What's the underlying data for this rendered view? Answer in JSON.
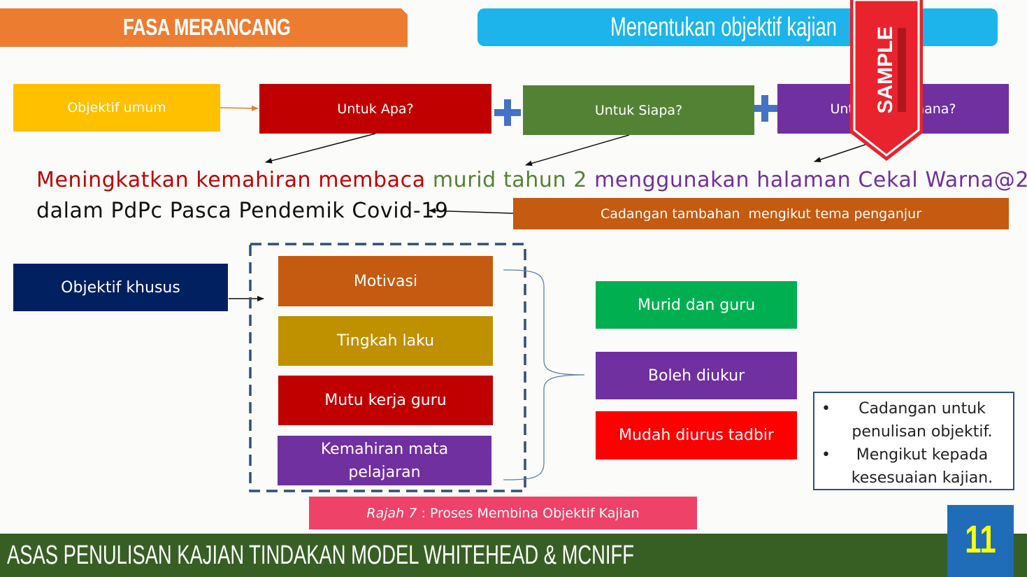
{
  "banner_left": "FASA MERANCANG",
  "banner_right": "Menentukan objektif kajian",
  "boxes": {
    "objektif_umum": "Objektif umum",
    "untuk_apa": "Untuk Apa?",
    "untuk_siapa": "Untuk Siapa?",
    "third_question": "Untuk Bagaimana?",
    "cadangan_tambahan": "Cadangan tambahan  mengikut tema penganjur",
    "objektif_khusus": "Objektif khusus",
    "motivasi": "Motivasi",
    "tingkah_laku": "Tingkah laku",
    "mutu_kerja_guru": "Mutu kerja guru",
    "kemahiran_mata_pelajaran_1": "Kemahiran mata",
    "kemahiran_mata_pelajaran_2": "pelajaran",
    "murid_dan_guru": "Murid dan guru",
    "boleh_diukur": "Boleh diukur",
    "mudah_diurus_tadbir": "Mudah diurus tadbir"
  },
  "objective_sentence": {
    "part_red": "Meningkatkan kemahiran membaca",
    "part_green": "murid tahun 2",
    "part_purple": "menggunakan halaman Cekal Warna@2",
    "line2": "dalam PdPc Pasca Pendemik Covid-19"
  },
  "notes": [
    {
      "line1": "Cadangan untuk",
      "line2": "penulisan objektif."
    },
    {
      "line1": "Mengikut kepada",
      "line2": "kesesuaian kajian."
    }
  ],
  "caption": {
    "label": "Rajah 7",
    "text": ": Proses Membina Objektif Kajian"
  },
  "footer_title": "ASAS PENULISAN KAJIAN TINDAKAN MODEL WHITEHEAD & MCNIFF",
  "page_number": "11",
  "watermark": "SAMPLE",
  "colors": {
    "orange": "#ec7c30",
    "sky": "#1cb4ea",
    "gold": "#ffc000",
    "red": "#c00000",
    "green": "#548235",
    "purple": "#7030a0",
    "rust": "#c55a11",
    "navy": "#002060",
    "mustard": "#bf9000",
    "bright_green": "#00b050",
    "bright_red": "#ff0000",
    "pink": "#ee4269"
  }
}
